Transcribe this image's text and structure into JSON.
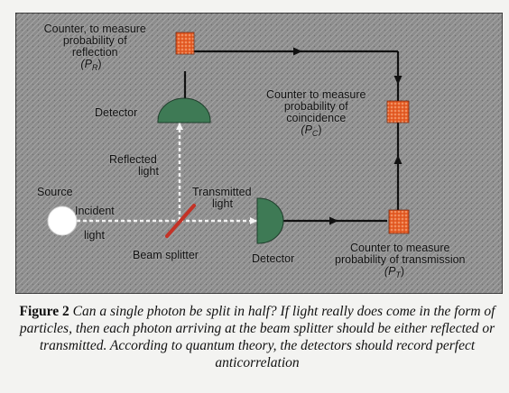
{
  "diagram": {
    "labels": {
      "counter_reflection": [
        "Counter, to measure",
        "probability of",
        "reflection"
      ],
      "counter_reflection_symbol": "(P",
      "counter_reflection_sub": "R",
      "counter_coincidence": [
        "Counter to measure",
        "probability of",
        "coincidence"
      ],
      "counter_coincidence_symbol": "(P",
      "counter_coincidence_sub": "C",
      "counter_transmission": [
        "Counter to measure",
        "probability of transmission"
      ],
      "counter_transmission_symbol": "(P",
      "counter_transmission_sub": "T",
      "detector_top": "Detector",
      "detector_bottom": "Detector",
      "reflected_light": [
        "Reflected",
        "light"
      ],
      "transmitted_light": [
        "Transmitted",
        "light"
      ],
      "source": "Source",
      "incident_light": [
        "Incident",
        "light"
      ],
      "beam_splitter": "Beam splitter"
    },
    "colors": {
      "panel_background": "#8c8c8c",
      "detector": "#3e7a55",
      "counter": "#e8622a",
      "beam_splitter": "#c43226",
      "source": "#ffffff",
      "wire": "#111111",
      "light_beam": "#f4f4f4"
    }
  },
  "caption": {
    "label": "Figure 2",
    "text": "Can a single photon be split in half? If light really does come in the form of particles, then each photon arriving at the beam splitter should be either reflected or transmitted. According to quantum theory, the detectors should record perfect anticorrelation"
  }
}
